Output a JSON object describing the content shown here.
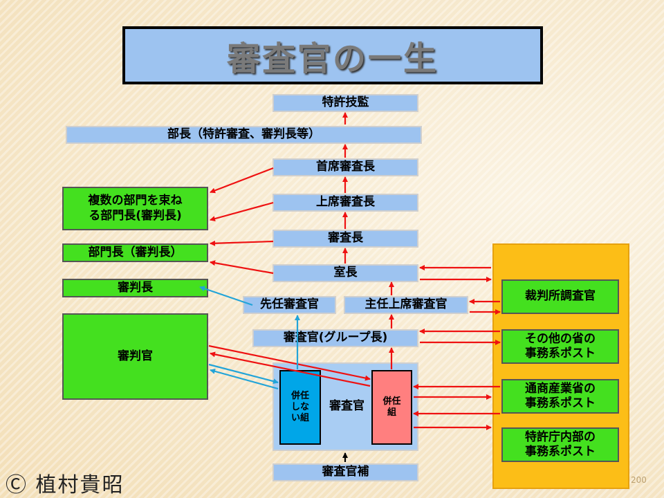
{
  "title": "審査官の一生",
  "boxes": {
    "tokkyo_gikan": "特許技監",
    "bucho": "部長（特許審査、審判長等）",
    "shuseki": "首席審査長",
    "joseki": "上席審査長",
    "shinsacho": "審査長",
    "shitsucho": "室長",
    "fukusu_line1": "複数の部門を束ね",
    "fukusu_line2": "る部門長(審判長)",
    "bumoncho": "部門長（審判長）",
    "shinpancho": "審判長",
    "shinpankan": "審判官",
    "sennin": "先任審査官",
    "shunin": "主任上席審査官",
    "group": "審査官(グループ長)",
    "shinsakan": "審査官",
    "heinin_nashi": "併任しない組",
    "heinin": "併任組",
    "shinsakanho": "審査官補",
    "saibansho": "裁判所調査官",
    "sonota_line1": "その他の省の",
    "sonota_line2": "事務系ポスト",
    "tsusan_line1": "通商産業省の",
    "tsusan_line2": "事務系ポスト",
    "tokkyocho_line1": "特許庁内部の",
    "tokkyocho_line2": "事務系ポスト"
  },
  "copyright": "Ⓒ 植村貴昭",
  "page_number": "200",
  "colors": {
    "arrow_red": "#ee1111",
    "arrow_cyan": "#22a4d8",
    "box_blue": "#9dc3f0",
    "box_green": "#44e01f",
    "panel_orange": "#fcbe17"
  }
}
